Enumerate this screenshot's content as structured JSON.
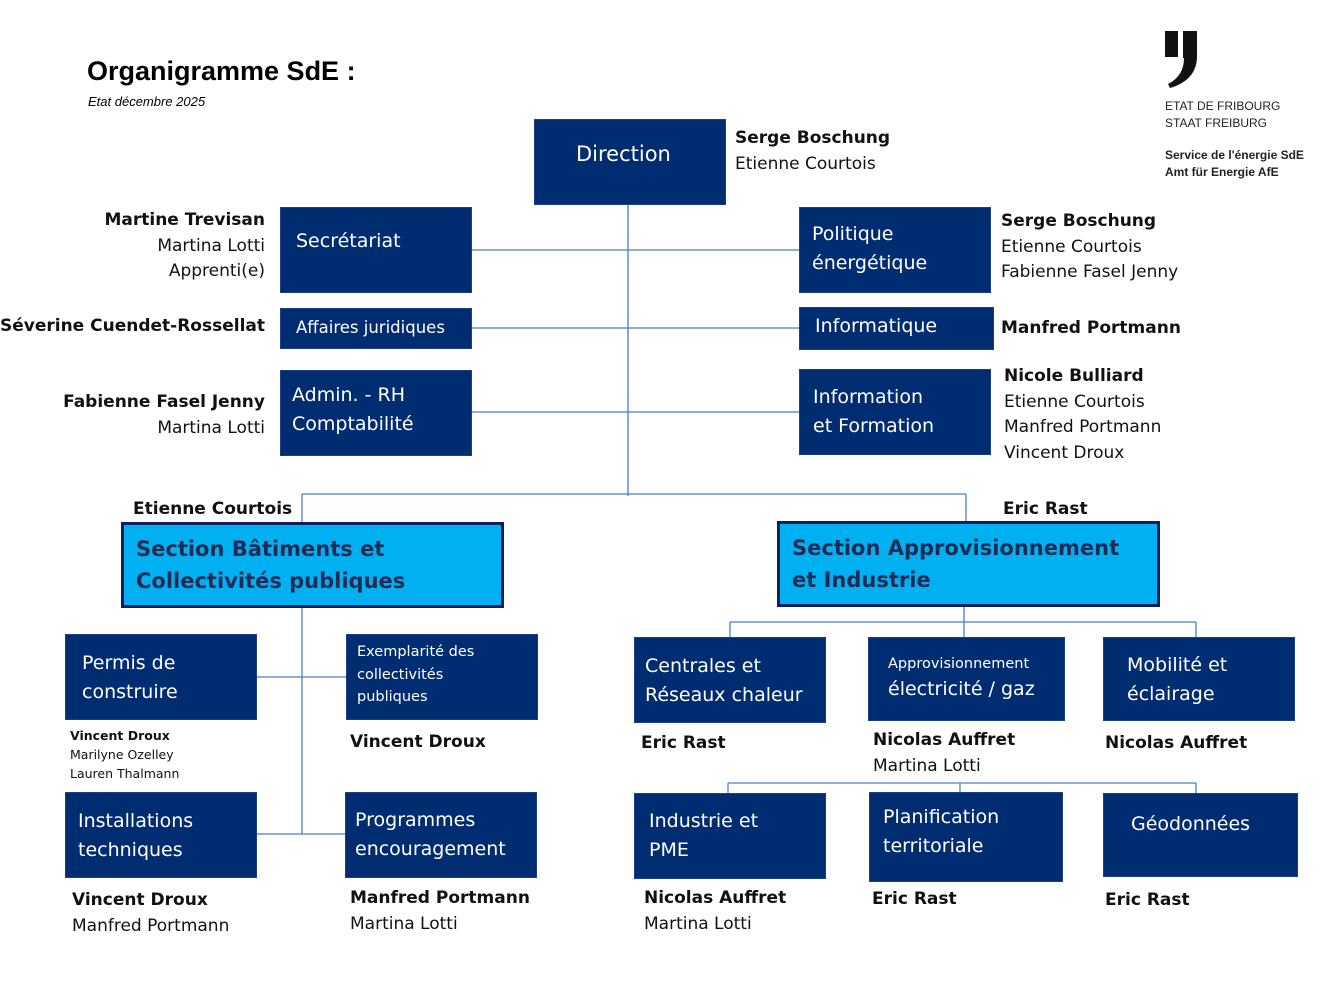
{
  "header": {
    "title": "Organigramme SdE :",
    "subtitle": "Etat décembre 2025"
  },
  "logo": {
    "line1": "ETAT DE FRIBOURG",
    "line2": "STAAT FREIBURG",
    "line3": "Service de l'énergie SdE",
    "line4": "Amt für Energie AfE"
  },
  "colors": {
    "unit_box": "#002D72",
    "section_box": "#00B0F0",
    "section_border": "#0b1f5e",
    "connector": "#4a7fc0"
  },
  "units": {
    "direction": {
      "label": "Direction",
      "people": [
        "Serge Boschung",
        "Etienne Courtois"
      ]
    },
    "secretariat": {
      "label": "Secrétariat",
      "people": [
        "Martine Trevisan",
        "Martina Lotti",
        "Apprenti(e)"
      ]
    },
    "affaires_juridiques": {
      "label": "Affaires juridiques",
      "people": [
        "Séverine Cuendet-Rossellat"
      ]
    },
    "admin_rh": {
      "label_line1": "Admin. - RH",
      "label_line2": "Comptabilité",
      "people": [
        "Fabienne Fasel Jenny",
        "Martina Lotti"
      ]
    },
    "politique_energetique": {
      "label_line1": "Politique",
      "label_line2": "énergétique",
      "people": [
        "Serge Boschung",
        "Etienne Courtois",
        "Fabienne Fasel Jenny"
      ]
    },
    "informatique": {
      "label": "Informatique",
      "people": [
        "Manfred Portmann"
      ]
    },
    "information_formation": {
      "label_line1": "Information",
      "label_line2": "et Formation",
      "people": [
        "Nicole Bulliard",
        "Etienne Courtois",
        "Manfred Portmann",
        "Vincent Droux"
      ]
    }
  },
  "section_batiments": {
    "label_line1": "Section Bâtiments et",
    "label_line2": "Collectivités publiques",
    "head": "Etienne Courtois",
    "units": {
      "permis": {
        "label_line1": "Permis de",
        "label_line2": "construire",
        "people": [
          "Vincent Droux",
          "Marilyne Ozelley",
          "Lauren Thalmann"
        ]
      },
      "exemplarite": {
        "label_line1": "Exemplarité des",
        "label_line2": "collectivités",
        "label_line3": "publiques",
        "people": [
          "Vincent Droux"
        ]
      },
      "installations": {
        "label_line1": "Installations",
        "label_line2": "techniques",
        "people": [
          "Vincent Droux",
          "Manfred Portmann"
        ]
      },
      "programmes": {
        "label_line1": "Programmes",
        "label_line2": "encouragement",
        "people": [
          "Manfred Portmann",
          "Martina Lotti"
        ]
      }
    }
  },
  "section_approvisionnement": {
    "label_line1": "Section Approvisionnement",
    "label_line2": "et Industrie",
    "head": "Eric Rast",
    "units": {
      "centrales": {
        "label_line1": "Centrales et",
        "label_line2": "Réseaux chaleur",
        "people": [
          "Eric Rast"
        ]
      },
      "approvisionnement_elec": {
        "label_line1": "Approvisionnement",
        "label_line2": "électricité / gaz",
        "people": [
          "Nicolas Auffret",
          "Martina Lotti"
        ]
      },
      "mobilite": {
        "label_line1": "Mobilité et",
        "label_line2": "éclairage",
        "people": [
          "Nicolas Auffret"
        ]
      },
      "industrie": {
        "label_line1": "Industrie et",
        "label_line2": "PME",
        "people": [
          "Nicolas Auffret",
          "Martina Lotti"
        ]
      },
      "planification": {
        "label_line1": "Planification",
        "label_line2": "territoriale",
        "people": [
          "Eric Rast"
        ]
      },
      "geodonnees": {
        "label": "Géodonnées",
        "people": [
          "Eric Rast"
        ]
      }
    }
  }
}
